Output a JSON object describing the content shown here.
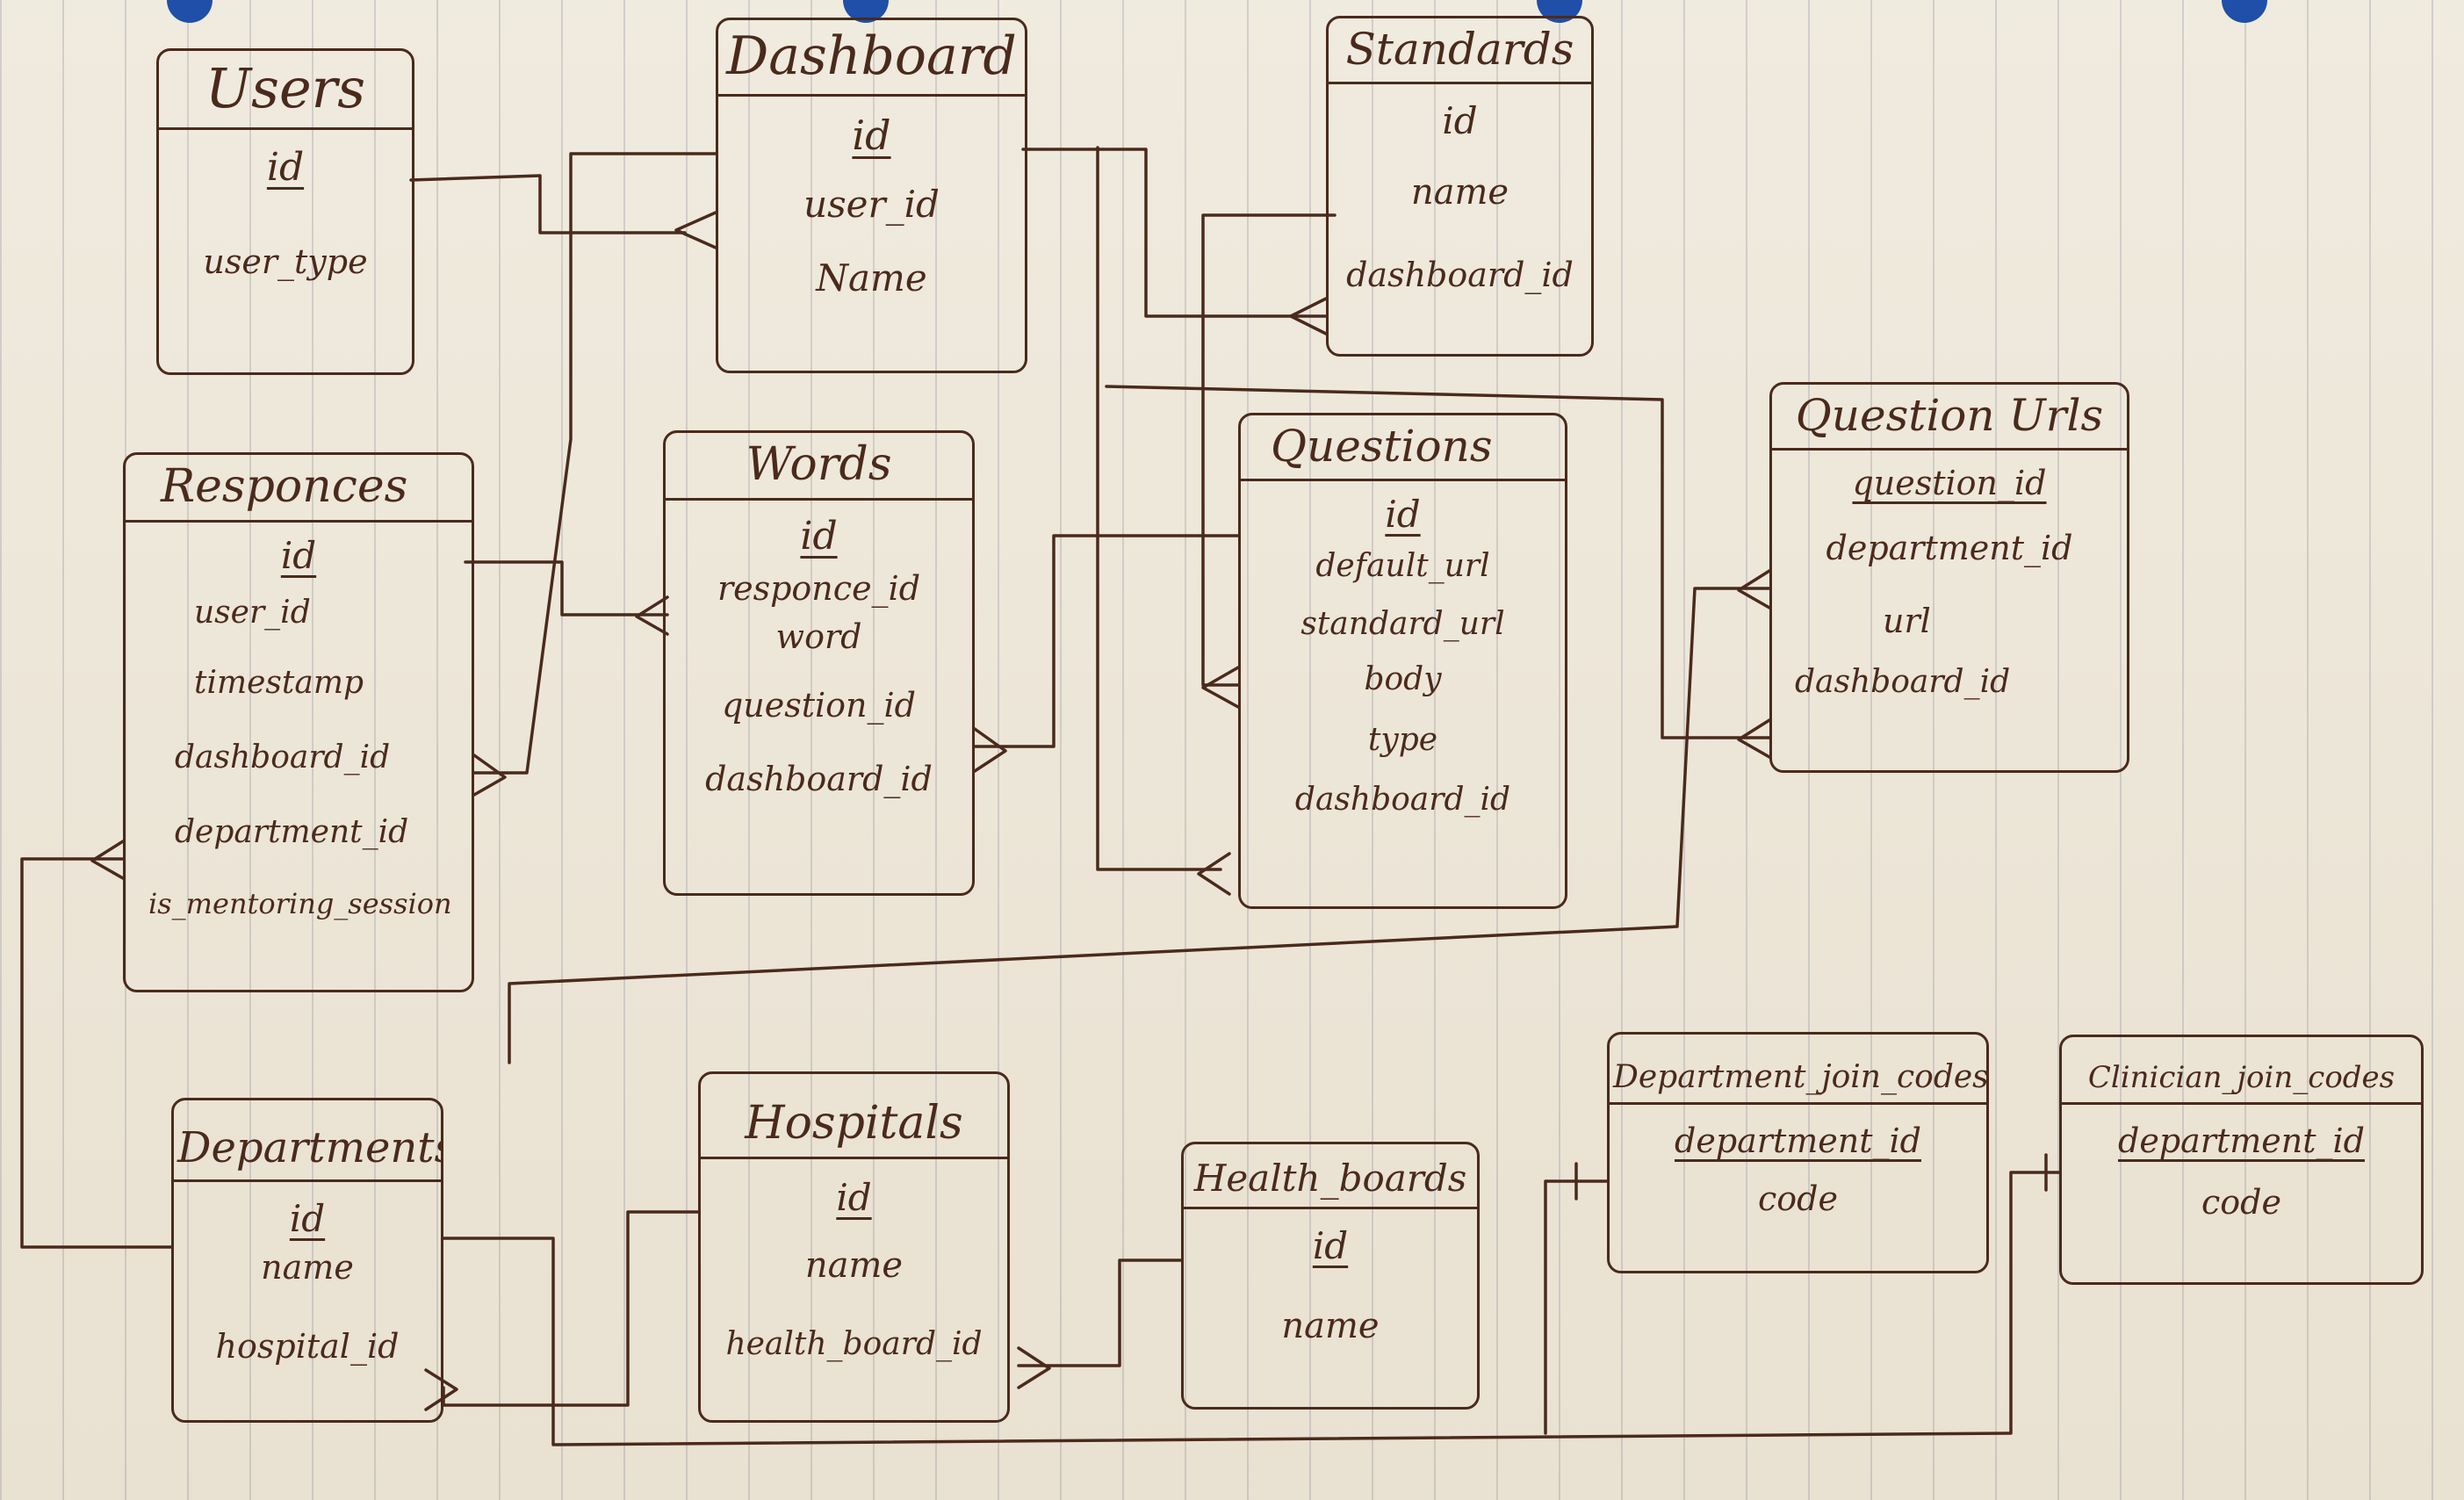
{
  "colors": {
    "paper": "#ece5d6",
    "ink": "#4a2a1c",
    "pin": "#1f4fa8"
  },
  "entities": [
    {
      "key": "users",
      "title": "Users",
      "fields": [
        {
          "text": "id",
          "pk": true
        },
        {
          "text": "user_type",
          "pk": false
        }
      ]
    },
    {
      "key": "dashboard",
      "title": "Dashboard",
      "fields": [
        {
          "text": "id",
          "pk": true
        },
        {
          "text": "user_id",
          "pk": false
        },
        {
          "text": "Name",
          "pk": false
        }
      ]
    },
    {
      "key": "standards",
      "title": "Standards",
      "fields": [
        {
          "text": "id",
          "pk": false
        },
        {
          "text": "name",
          "pk": false
        },
        {
          "text": "dashboard_id",
          "pk": false
        }
      ]
    },
    {
      "key": "responces",
      "title": "Responces",
      "fields": [
        {
          "text": "id",
          "pk": true
        },
        {
          "text": "user_id",
          "pk": false
        },
        {
          "text": "timestamp",
          "pk": false
        },
        {
          "text": "dashboard_id",
          "pk": false
        },
        {
          "text": "department_id",
          "pk": false
        },
        {
          "text": "is_mentoring_session",
          "pk": false
        }
      ]
    },
    {
      "key": "words",
      "title": "Words",
      "fields": [
        {
          "text": "id",
          "pk": true
        },
        {
          "text": "responce_id",
          "pk": false
        },
        {
          "text": "word",
          "pk": false
        },
        {
          "text": "question_id",
          "pk": false
        },
        {
          "text": "dashboard_id",
          "pk": false
        }
      ]
    },
    {
      "key": "questions",
      "title": "Questions",
      "fields": [
        {
          "text": "id",
          "pk": true
        },
        {
          "text": "default_url",
          "pk": false
        },
        {
          "text": "standard_url",
          "pk": false
        },
        {
          "text": "body",
          "pk": false
        },
        {
          "text": "type",
          "pk": false
        },
        {
          "text": "dashboard_id",
          "pk": false
        }
      ]
    },
    {
      "key": "question_urls",
      "title": "Question Urls",
      "fields": [
        {
          "text": "question_id",
          "pk": true
        },
        {
          "text": "department_id",
          "pk": false
        },
        {
          "text": "url",
          "pk": false
        },
        {
          "text": "dashboard_id",
          "pk": false
        }
      ]
    },
    {
      "key": "departments",
      "title": "Departments",
      "fields": [
        {
          "text": "id",
          "pk": true
        },
        {
          "text": "name",
          "pk": false
        },
        {
          "text": "hospital_id",
          "pk": false
        }
      ]
    },
    {
      "key": "hospitals",
      "title": "Hospitals",
      "fields": [
        {
          "text": "id",
          "pk": true
        },
        {
          "text": "name",
          "pk": false
        },
        {
          "text": "health_board_id",
          "pk": false
        }
      ]
    },
    {
      "key": "health_boards",
      "title": "Health_boards",
      "fields": [
        {
          "text": "id",
          "pk": true
        },
        {
          "text": "name",
          "pk": false
        }
      ]
    },
    {
      "key": "department_join_codes",
      "title": "Department_join_codes",
      "fields": [
        {
          "text": "department_id",
          "pk": true
        },
        {
          "text": "code",
          "pk": false
        }
      ]
    },
    {
      "key": "clinician_join_codes",
      "title": "Clinician_join_codes",
      "fields": [
        {
          "text": "department_id",
          "pk": true
        },
        {
          "text": "code",
          "pk": false
        }
      ]
    }
  ]
}
